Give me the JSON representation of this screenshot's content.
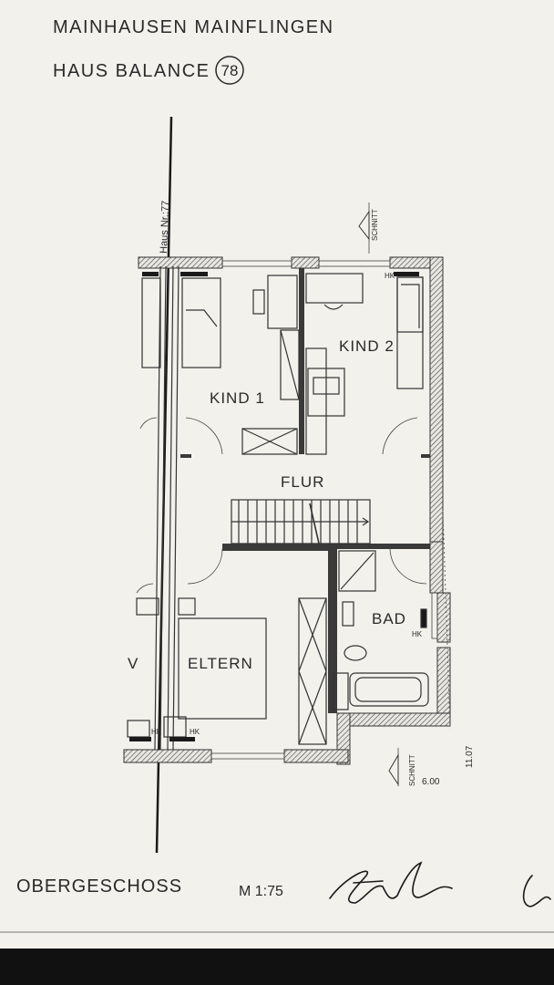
{
  "title_block": {
    "project": "MAINHAUSEN MAINFLINGEN",
    "house_label": "HAUS BALANCE",
    "house_number": "78",
    "floor": "OBERGESCHOSS",
    "scale": "M 1:75",
    "neighbor_label": "Haus Nr.:77"
  },
  "rooms": {
    "kind1": "KIND 1",
    "kind2": "KIND 2",
    "flur": "FLUR",
    "bad": "BAD",
    "eltern": "ELTERN",
    "left_cut": "V"
  },
  "markers": {
    "section": "SCHNITT",
    "heating": "HK",
    "dim_width": "6.00",
    "dim_length": "11.07"
  },
  "signatures": [
    "signature-1",
    "signature-2"
  ]
}
